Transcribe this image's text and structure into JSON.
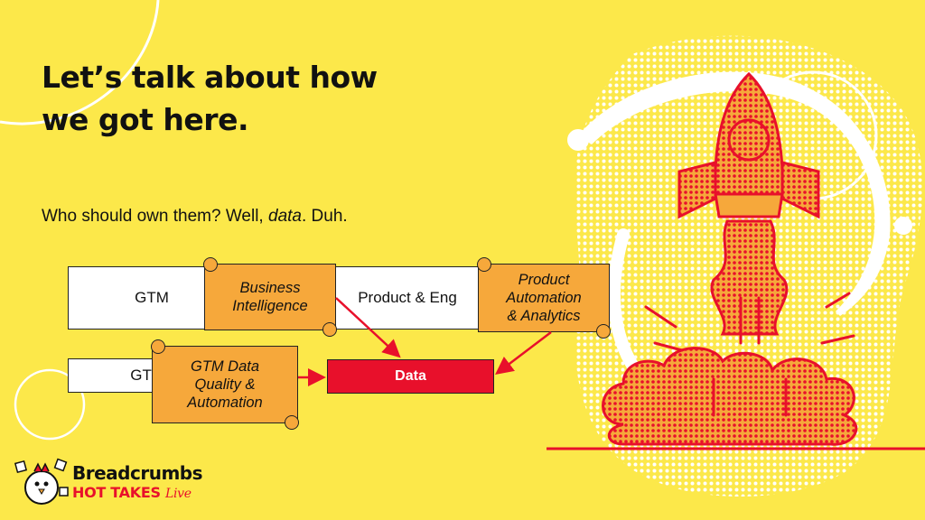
{
  "slide": {
    "title_line1": "Let’s talk about how",
    "title_line2": "we got here.",
    "subtitle_pre": "Who should own them? Well, ",
    "subtitle_em": "data",
    "subtitle_post": ". Duh."
  },
  "diagram": {
    "row1_left": "GTM",
    "row1_middle": "Product & Eng",
    "row2_left": "GTM",
    "scroll_bi": "Business\nIntelligence",
    "scroll_product": "Product\nAutomation\n& Analytics",
    "scroll_gtm": "GTM Data\nQuality &\nAutomation",
    "data_label": "Data"
  },
  "brand": {
    "name": "Breadcrumbs",
    "tagline": "HOT TAKES",
    "tagline_script": "Live"
  },
  "colors": {
    "background": "#fce84a",
    "accent_red": "#e8102b",
    "scroll_orange": "#f6a83b"
  },
  "icons": [
    "rocket-illustration",
    "chick-mascot-logo"
  ]
}
